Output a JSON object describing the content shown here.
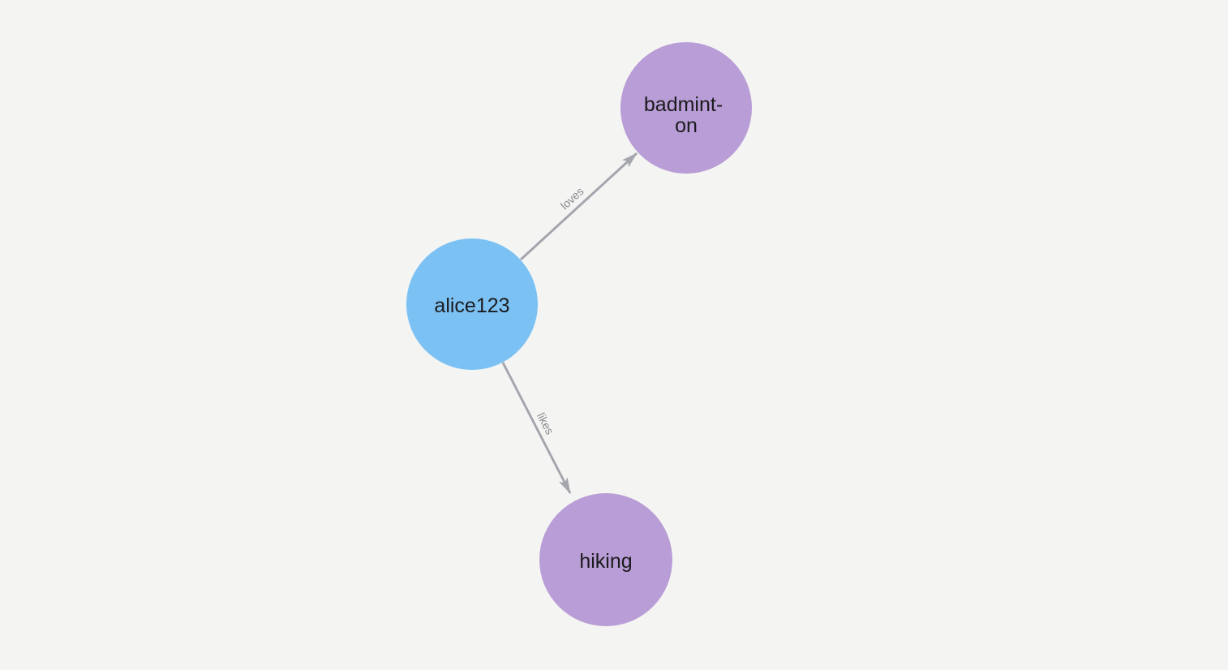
{
  "canvas": {
    "background_color": "#f4f5f3"
  },
  "graph": {
    "edge_color": "#a5a6ad",
    "edge_label_color": "#87888c",
    "node_label_color": "#1b1b1d",
    "node_colors": {
      "person": "#7cc1f3",
      "hobby": "#b99dd6"
    },
    "nodes": [
      {
        "id": "alice123",
        "label": "alice123",
        "color": "#7cc1f3"
      },
      {
        "id": "badminton",
        "label": "badminton",
        "label_lines": [
          "badmint-",
          "on"
        ],
        "color": "#b99dd6"
      },
      {
        "id": "hiking",
        "label": "hiking",
        "color": "#b99dd6"
      }
    ],
    "edges": [
      {
        "source": "alice123",
        "target": "badminton",
        "label": "loves"
      },
      {
        "source": "alice123",
        "target": "hiking",
        "label": "likes"
      }
    ]
  }
}
